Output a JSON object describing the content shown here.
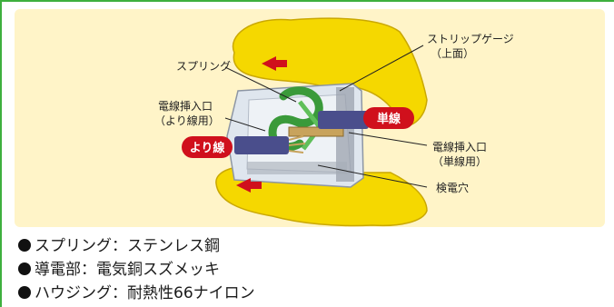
{
  "labels": {
    "spring": "スプリング",
    "strip_gauge_l1": "ストリップゲージ",
    "strip_gauge_l2": "（上面）",
    "wire_inlet_stranded_l1": "電線挿入口",
    "wire_inlet_stranded_l2": "（より線用）",
    "wire_inlet_solid_l1": "電線挿入口",
    "wire_inlet_solid_l2": "（単線用）",
    "test_hole": "検電穴"
  },
  "tags": {
    "solid": "単線",
    "stranded": "より線"
  },
  "specs": [
    "スプリング：ステンレス鋼",
    "導電部：電気銅スズメッキ",
    "ハウジング：耐熱性66ナイロン"
  ],
  "colors": {
    "frame_green": "#3eaf3e",
    "glove_yellow": "#f5d800",
    "tag_red": "#d0101c",
    "wire_blue": "#4a4e8c",
    "spring_green": "#3a9a3a"
  }
}
